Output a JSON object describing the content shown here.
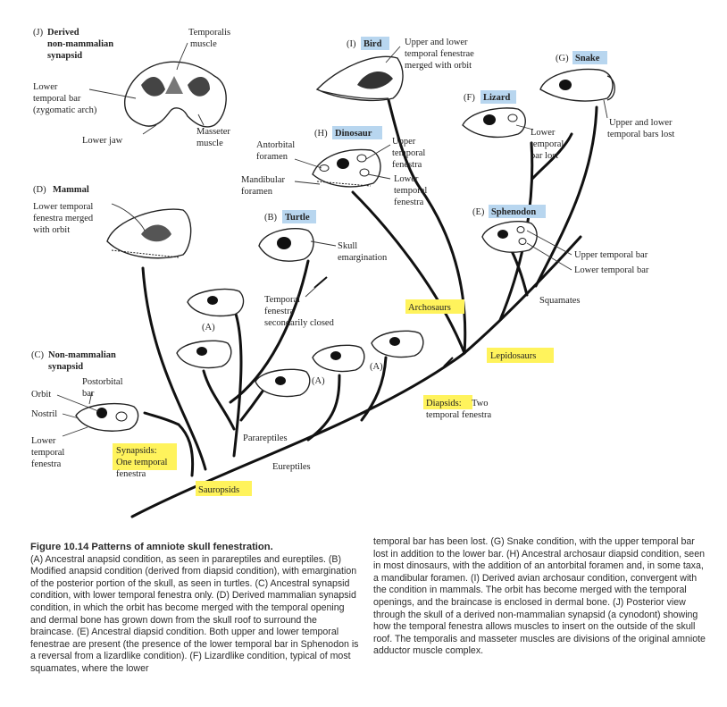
{
  "panels": {
    "J": {
      "letter": "(J)",
      "name": "Derived non-mammalian synapsid",
      "line1": "Derived",
      "line2": "non-mammalian",
      "line3": "synapsid",
      "labels": {
        "temporalis_1": "Temporalis",
        "temporalis_2": "muscle",
        "lower_bar_1": "Lower",
        "lower_bar_2": "temporal bar",
        "lower_bar_3": "(zygomatic arch)",
        "lower_jaw": "Lower jaw",
        "masseter_1": "Masseter",
        "masseter_2": "muscle"
      }
    },
    "I": {
      "letter": "(I)",
      "name": "Bird",
      "note_1": "Upper and lower",
      "note_2": "temporal fenestrae",
      "note_3": "merged with orbit"
    },
    "G": {
      "letter": "(G)",
      "name": "Snake",
      "note_1": "Upper and lower",
      "note_2": "temporal bars lost"
    },
    "F": {
      "letter": "(F)",
      "name": "Lizard",
      "note_1": "Lower",
      "note_2": "temporal",
      "note_3": "bar lost"
    },
    "H": {
      "letter": "(H)",
      "name": "Dinosaur",
      "labels": {
        "antorbital_1": "Antorbital",
        "antorbital_2": "foramen",
        "upper_1": "Upper",
        "upper_2": "temporal",
        "upper_3": "fenestra",
        "mandibular_1": "Mandibular",
        "mandibular_2": "foramen",
        "lower_1": "Lower",
        "lower_2": "temporal",
        "lower_3": "fenestra"
      }
    },
    "D": {
      "letter": "(D)",
      "name": "Mammal",
      "note_1": "Lower temporal",
      "note_2": "fenestra merged",
      "note_3": "with orbit"
    },
    "B": {
      "letter": "(B)",
      "name": "Turtle",
      "note_1": "Skull",
      "note_2": "emargination"
    },
    "E": {
      "letter": "(E)",
      "name": "Sphenodon",
      "upper_bar": "Upper temporal bar",
      "lower_bar": "Lower temporal bar"
    },
    "A": {
      "letter": "(A)"
    },
    "C": {
      "letter": "(C)",
      "line1": "Non-mammalian",
      "line2": "synapsid",
      "postorbital_1": "Postorbital",
      "postorbital_2": "bar",
      "orbit": "Orbit",
      "nostril": "Nostril",
      "lower_1": "Lower",
      "lower_2": "temporal",
      "lower_3": "fenestra"
    }
  },
  "tree_labels": {
    "temporal_closed_1": "Temporal",
    "temporal_closed_2": "fenestra",
    "temporal_closed_3": "secondarily closed",
    "archosaurs": "Archosaurs",
    "squamates": "Squamates",
    "lepidosaurs": "Lepidosaurs",
    "diapsids": "Diapsids:",
    "diapsids_note_1": "Two",
    "diapsids_note_2": "temporal fenestra",
    "parareptiles": "Parareptiles",
    "eureptiles": "Eureptiles",
    "synapsids": "Synapsids:",
    "synapsids_note_1": "One temporal",
    "synapsids_note_2": "fenestra",
    "sauropsids": "Sauropsids"
  },
  "caption": {
    "title": "Figure 10.14  Patterns of amniote skull fenestration.",
    "left": "(A) Ancestral anapsid condition, as seen in parareptiles and eureptiles. (B) Modified anapsid condition (derived from diapsid condition), with emargination of the posterior portion of the skull, as seen in turtles. (C) Ancestral synapsid condition, with lower temporal fenestra only. (D) Derived mammalian synapsid condition, in which the orbit has become merged with the temporal opening and dermal bone has grown down from the skull roof to surround the braincase. (E) Ancestral diapsid condition. Both upper and lower temporal fenestrae are present (the presence of the lower temporal bar in Sphenodon is a reversal from a lizardlike condition). (F) Lizardlike condition, typical of most squamates, where the lower",
    "right": "temporal bar has been lost. (G) Snake condition, with the upper temporal bar lost in addition to the lower bar. (H) Ancestral archosaur diapsid condition, seen in most dinosaurs, with the addition of an antorbital foramen and, in some taxa, a mandibular foramen. (I) Derived avian archosaur condition, convergent with the condition in mammals. The orbit has become merged with the temporal openings, and the braincase is enclosed in dermal bone. (J) Posterior view through the skull of a derived non-mammalian synapsid (a cynodont) showing how the temporal fenestra allows muscles to insert on the outside of the skull roof. The temporalis and masseter muscles are divisions of the original amniote adductor muscle complex."
  },
  "colors": {
    "highlight_yellow": "#fff35c",
    "highlight_blue": "#b8d6ef"
  }
}
